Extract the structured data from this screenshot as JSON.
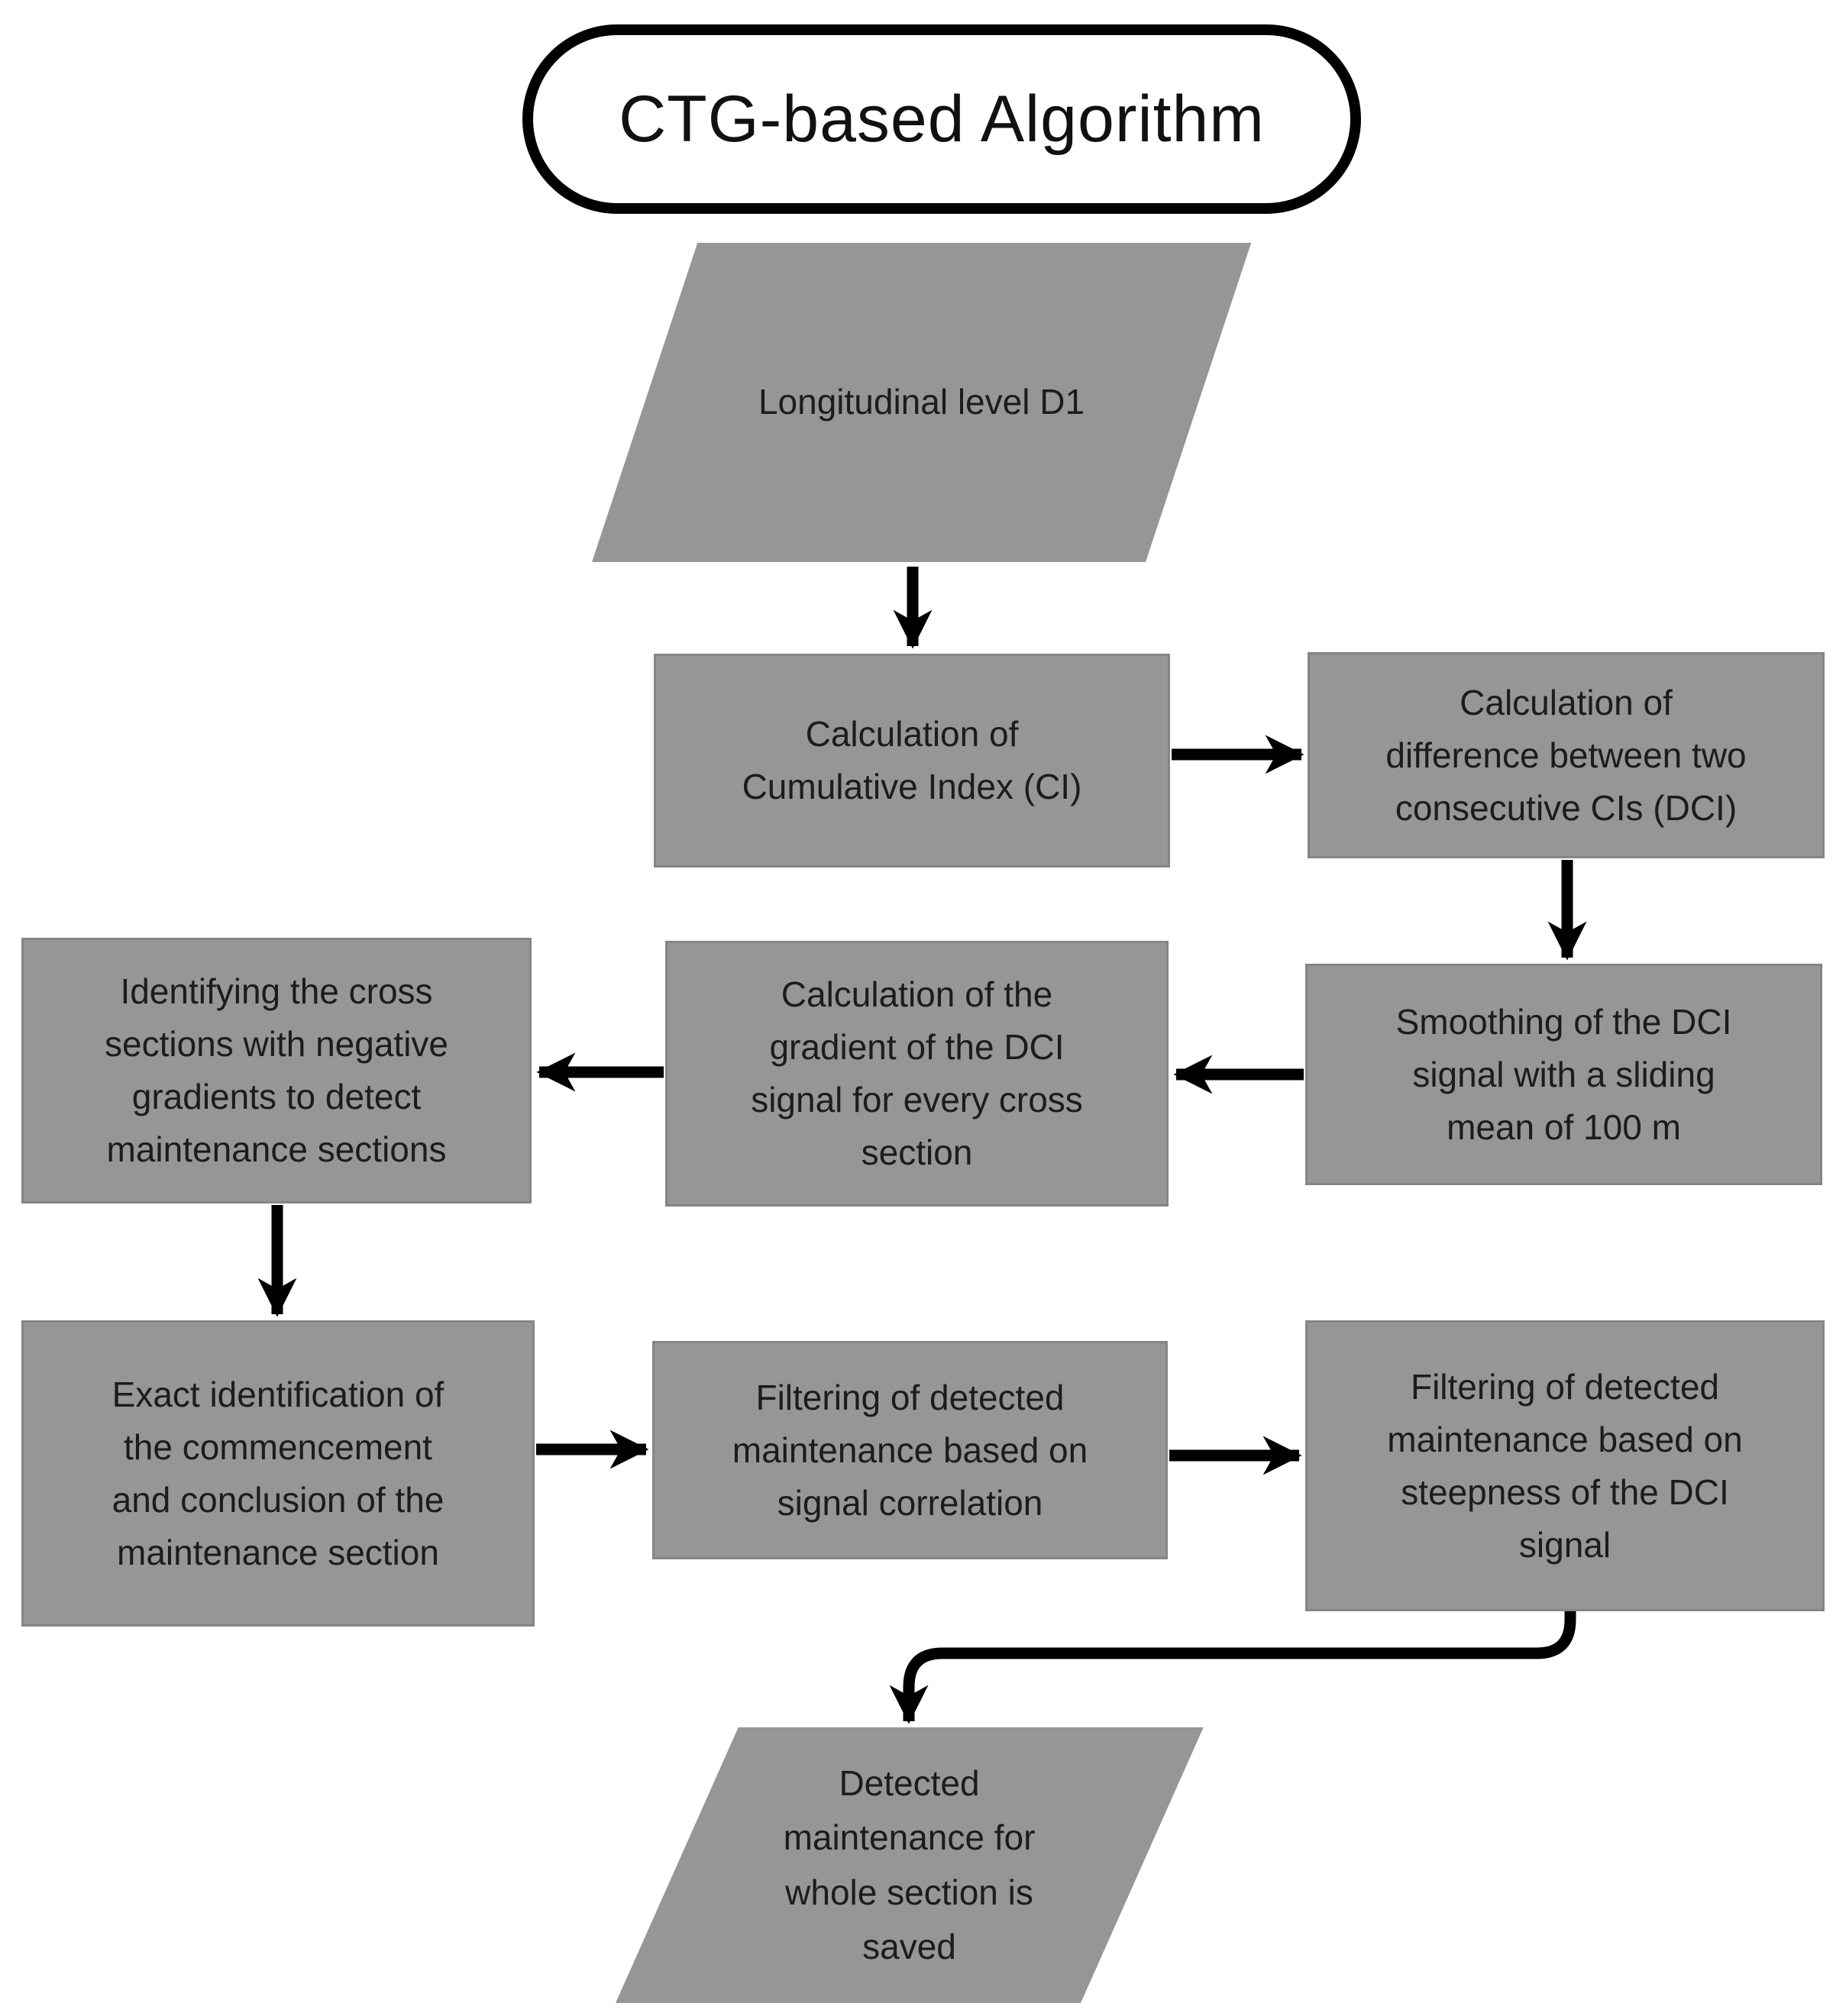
{
  "diagram": {
    "title": "CTG-based Algorithm",
    "nodes": {
      "input": "Longitudinal level D1",
      "calc_ci": "Calculation of\nCumulative Index (CI)",
      "calc_dci": "Calculation of\ndifference between two\nconsecutive CIs (DCI)",
      "smoothing": "Smoothing of the DCI\nsignal with a sliding\nmean of 100 m",
      "gradient": "Calculation of the\ngradient of the DCI\nsignal for every cross\nsection",
      "identify": "Identifying the cross\nsections with negative\ngradients to detect\nmaintenance sections",
      "exact_id": "Exact identification of\nthe commencement\nand conclusion of the\nmaintenance section",
      "filter_corr": "Filtering of detected\nmaintenance based on\nsignal correlation",
      "filter_steep": "Filtering of detected\nmaintenance based on\nsteepness of the DCI\nsignal",
      "output": "Detected\nmaintenance for\nwhole section is\nsaved"
    },
    "colors": {
      "process_fill": "#969696",
      "process_border": "#858585",
      "terminator_fill": "#ffffff",
      "terminator_border": "#000000",
      "text": "#1c1c1c",
      "arrow": "#000000",
      "background": "#ffffff"
    }
  }
}
